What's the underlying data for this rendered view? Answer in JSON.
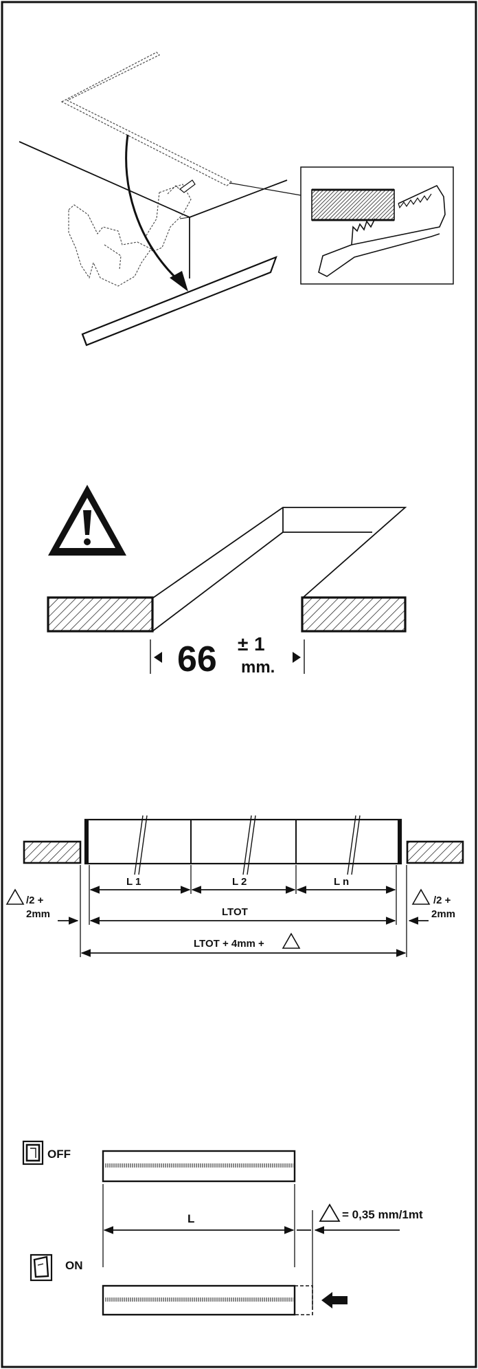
{
  "panel1": {
    "icons": [
      "saw-icon",
      "hand-icon",
      "countertop-icon"
    ]
  },
  "panel2": {
    "warning_icon": "warning-triangle-icon",
    "dimension": "66",
    "tolerance": "±1",
    "tolerance_sign": "±",
    "tolerance_value": "1",
    "unit": "mm."
  },
  "panel3": {
    "segments": [
      "L 1",
      "L 2",
      "L n"
    ],
    "total": "LTOT",
    "overall": "LTOT + 4mm +",
    "left_gap_line1": "/2 +",
    "left_gap_line2": "2mm",
    "right_gap_line1": "/2 +",
    "right_gap_line2": "2mm"
  },
  "panel4": {
    "off_label": "OFF",
    "on_label": "ON",
    "length_label": "L",
    "expansion": "= 0,35 mm/1mt",
    "icons": [
      "switch-off-icon",
      "switch-on-icon",
      "push-arrow-icon"
    ]
  },
  "colors": {
    "ink": "#111111",
    "paper": "#ffffff"
  }
}
